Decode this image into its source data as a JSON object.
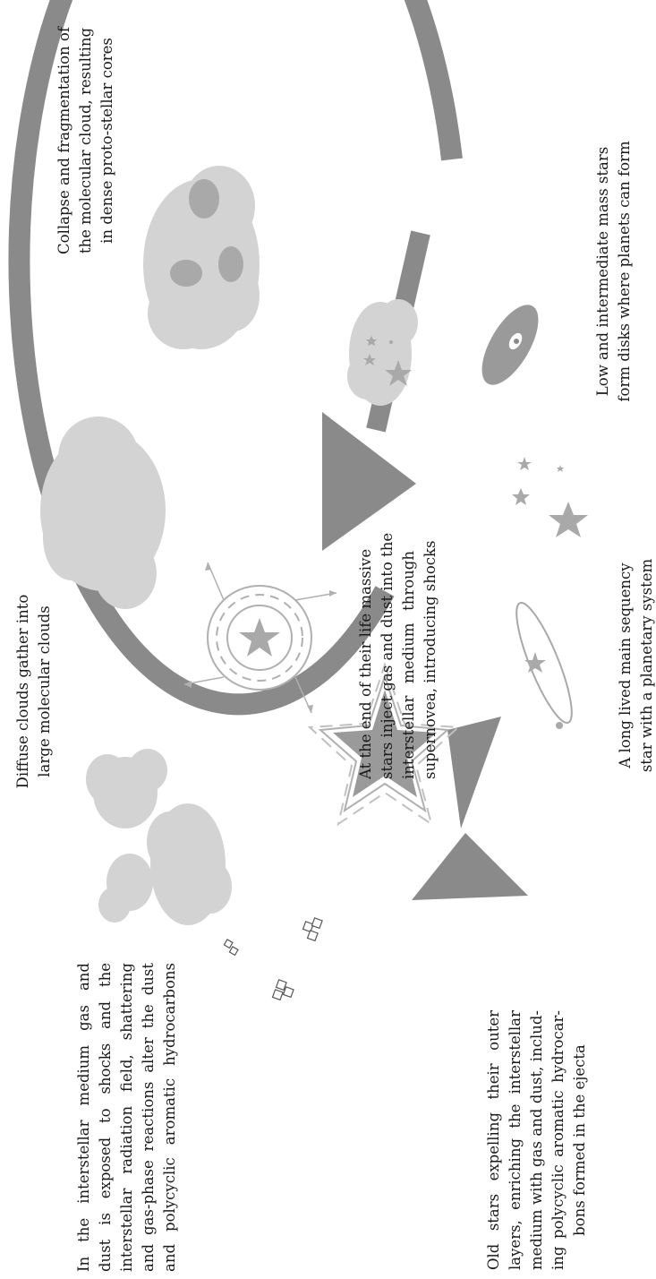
{
  "colors": {
    "ring": "#8a8a8a",
    "cloud_light": "#d3d3d3",
    "cloud_core": "#a9a9a9",
    "star": "#9a9a9a",
    "outline": "#b0b0b0",
    "background": "#ffffff",
    "text": "#1a1a1a"
  },
  "labels": {
    "diffuse": [
      "Diffuse clouds gather into",
      "large molecular clouds"
    ],
    "collapse": [
      "Collapse and fragmentation of",
      "the molecular cloud, resulting",
      "in dense proto-stellar cores"
    ],
    "low_mass": [
      "Low and intermediate mass stars",
      "form disks where planets can form"
    ],
    "main_sequence": [
      "A long lived main sequency",
      "star with a planetary system"
    ],
    "massive": [
      "At the end of their life massive",
      "stars inject gas and dust into the",
      "interstellar medium through",
      "supernovea, introducing shocks"
    ],
    "old_stars": [
      "Old stars expelling their outer",
      "layers, enriching the interstellar",
      "medium with gas and dust, includ-",
      "ing polycyclic aromatic hydrocar-",
      "bons formed in the ejecta"
    ],
    "ism": [
      "In the interstellar medium gas and",
      "dust is exposed to shocks and the",
      "interstellar radiation field, shattering",
      "and gas-phase reactions alter the dust",
      "and polycyclic aromatic hydrocarbons"
    ]
  },
  "icons": {
    "molecular_clouds": "cloud-icon",
    "collapse_cloud": "cloud-with-cores-icon",
    "star_cluster": "star-cluster-icon",
    "protoplanetary_disk": "disk-icon",
    "main_sequence_star": "star-icon",
    "planetary_system": "orbit-icon",
    "red_giant": "large-star-icon",
    "supernova": "supernova-icon",
    "dust_grains": "dust-grain-icon"
  }
}
